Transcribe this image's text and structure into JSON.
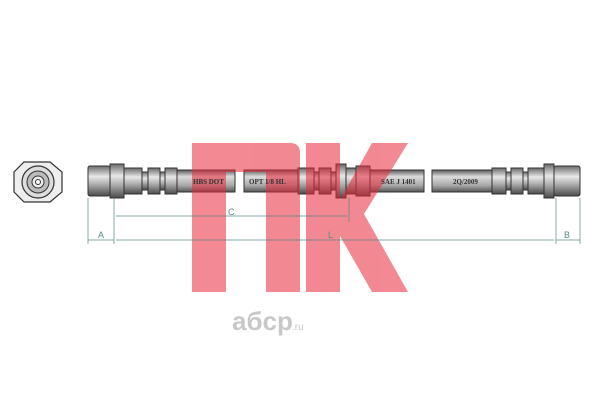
{
  "diagram": {
    "hose_labels": [
      "HBS DOT",
      "OPT 1/8 HL",
      "SAE J 1401",
      "2Q/2009"
    ],
    "dimensions": {
      "a": "A",
      "b": "B",
      "c": "C",
      "l": "L"
    },
    "logo_text": "NK",
    "watermark": {
      "brand": "aбcp",
      "suffix": ".ru"
    },
    "colors": {
      "logo": "#e8283a",
      "dimension": "#5a8a86",
      "metal": "#9a9a9a"
    }
  }
}
